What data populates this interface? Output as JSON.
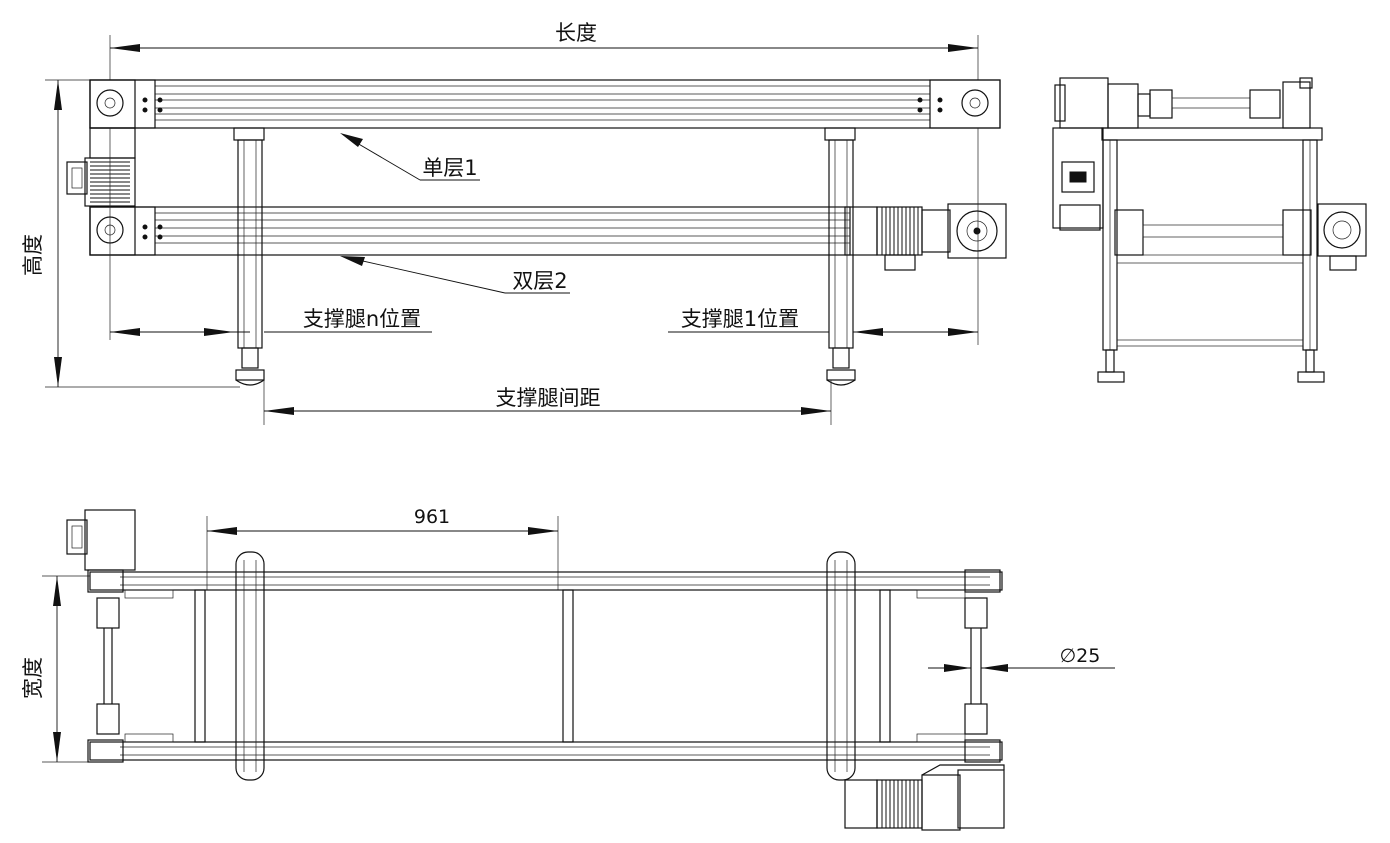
{
  "labels": {
    "length": "长度",
    "height": "高度",
    "single_layer": "单层1",
    "double_layer": "双层2",
    "leg_n_position": "支撑腿n位置",
    "leg_1_position": "支撑腿1位置",
    "leg_spacing": "支撑腿间距",
    "width": "宽度",
    "spacing_value": "961",
    "diameter": "∅25"
  }
}
